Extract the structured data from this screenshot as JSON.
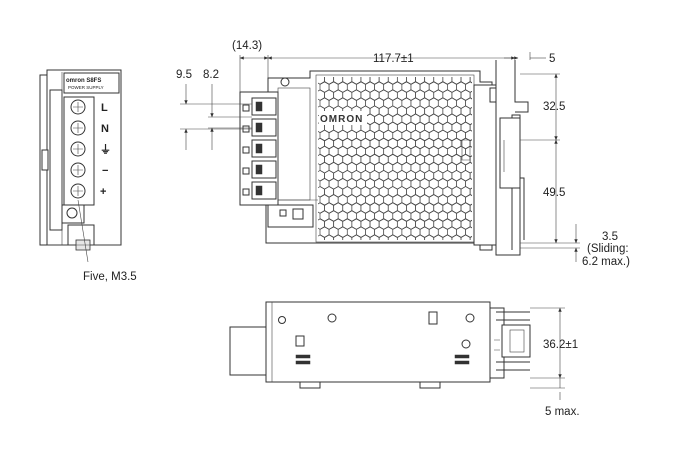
{
  "device": {
    "brand_logo": "OMRON",
    "label_model": "omron S8FS",
    "label_sub": "POWER SUPPLY"
  },
  "terminals": {
    "labels": [
      "L",
      "N",
      "⏚",
      "−",
      "+"
    ],
    "callout": "Five, M3.5"
  },
  "dimensions": {
    "top_offset": "(14.3)",
    "body_length": "117.7±1",
    "rail_offset": "5",
    "pitch_a": "9.5",
    "pitch_b": "8.2",
    "upper_height": "32.5",
    "lower_height": "49.5",
    "foot_height": "3.5",
    "sliding_line1": "(Sliding:",
    "sliding_line2": "6.2 max.)",
    "depth": "36.2±1",
    "clip_max": "5 max."
  }
}
